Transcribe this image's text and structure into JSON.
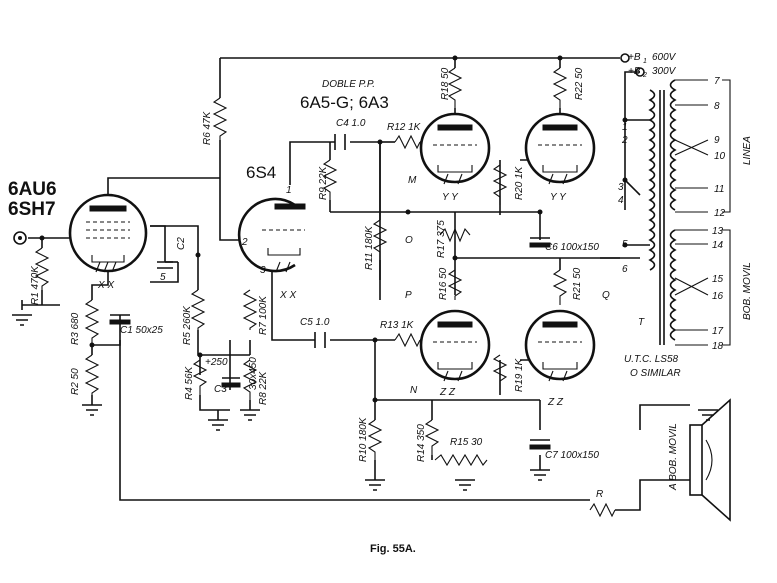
{
  "figure": {
    "caption": "Fig. 55A.",
    "heading_doble": "DOBLE P.P.",
    "heading_tubes": "6A5-G; 6A3"
  },
  "tubes": {
    "input_1": "6AU6",
    "input_2": "6SH7",
    "phase_inverter": "6S4"
  },
  "supply": {
    "b1": "+B",
    "b1_sub": "1",
    "b1_voltage": "600V",
    "b2": "+B",
    "b2_sub": "2",
    "b2_voltage": "300V"
  },
  "components": {
    "R1": "R1 470K",
    "R2": "R2 50",
    "R3": "R3 680",
    "R4": "R4 56K",
    "R5": "R5 260K",
    "R6": "R6 47K",
    "R7": "R7 100K",
    "R8": "R8 22K",
    "R9": "R9 22K",
    "R10": "R10 180K",
    "R11": "R11 180K",
    "R12": "R12 1K",
    "R13": "R13 1K",
    "R14": "R14 350",
    "R15": "R15 30",
    "R16": "R16 50",
    "R17": "R17 375",
    "R18": "R18 50",
    "R19": "R19 1K",
    "R20": "R20 1K",
    "R21": "R21 50",
    "R22": "R22 50",
    "R": "R",
    "C1": "C1 50x25",
    "C2": "C2",
    "C3": "C3",
    "C3_value": "30x450",
    "C3_plus": "+250",
    "C4": "C4 1.0",
    "C5": "C5 1.0",
    "C6": "C6 100x150",
    "C7": "C7 100x150"
  },
  "nodes": {
    "xx": "X X",
    "yy": "Y Y",
    "zz": "Z Z",
    "M": "M",
    "N": "N",
    "O": "O",
    "P": "P",
    "Q": "Q",
    "pin1": "1",
    "pin2": "2",
    "pin3": "3",
    "pin5": "5",
    "T": "T"
  },
  "transformer": {
    "taps": [
      "1",
      "2",
      "3",
      "4",
      "5",
      "6"
    ],
    "terminals": [
      "7",
      "8",
      "9",
      "10",
      "11",
      "12",
      "13",
      "14",
      "15",
      "16",
      "17",
      "18"
    ],
    "label_line": "LINEA",
    "label_voice_coil": "BOB. MOVIL",
    "model_line1": "U.T.C. LS58",
    "model_line2": "O SIMILAR"
  },
  "speaker": {
    "label": "A BOB. MOVIL"
  }
}
